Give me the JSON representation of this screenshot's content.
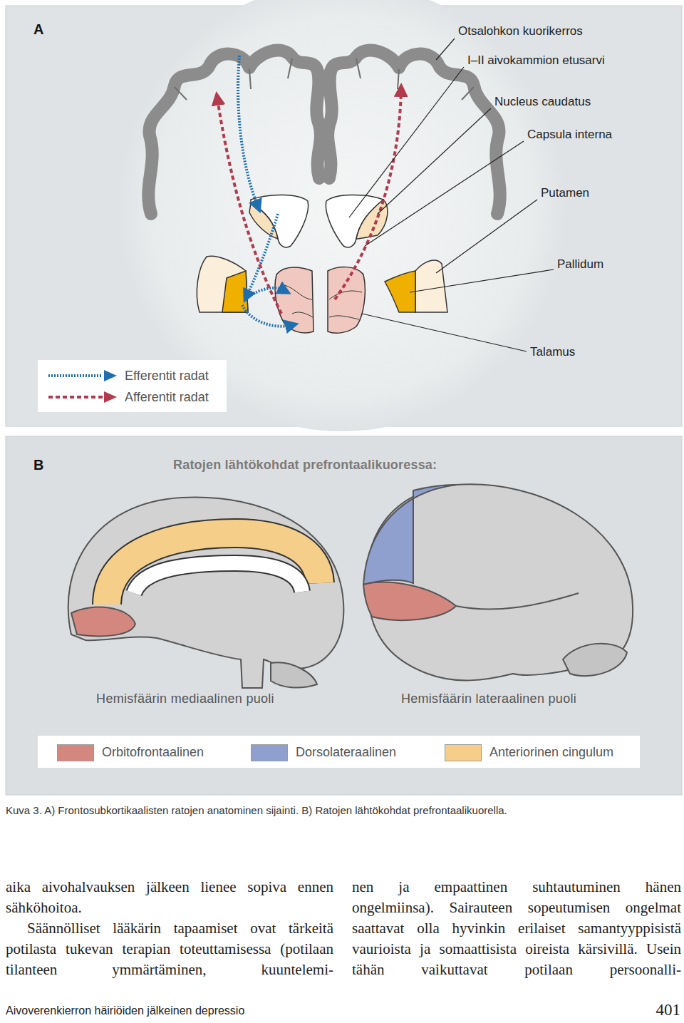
{
  "diagram": {
    "caption": "Kuva 3. A) Frontosubkortikaalisten ratojen anatominen sijainti. B) Ratojen lähtökohdat prefrontaalikuorella.",
    "nodes": [
      {
        "text": [
          "A"
        ]
      },
      {
        "text": [
          "B",
          "Ratojen lähtökohdat prefrontaalikuoressa:"
        ]
      }
    ],
    "labels": [
      "Otsalohkon kuorikerros",
      "I–II aivokammion etusarvi",
      "Nucleus caudatus",
      "Capsula interna",
      "Putamen",
      "Pallidum",
      "Talamus",
      "Hemisfäärin mediaalinen puoli",
      "Hemisfäärin lateraalinen puoli",
      "aika aivohalvauksen jälkeen lienee sopiva ennen sähköhoitoa.",
      "Säännölliset lääkärin tapaamiset ovat tärkeitä potilasta tukevan terapian toteuttamisessa (potilaan tilanteen ymmärtäminen, kuuntelemi-",
      "nen ja empaattinen suhtautuminen hänen ongelmiinsa). Sairauteen sopeutumisen ongelmat saattavat olla hyvinkin erilaiset samantyyppisistä vaurioista ja somaattisista oireista kärsivillä. Usein tähän vaikuttavat potilaan persoonalli-",
      "Aivoverenkierron häiriöiden jälkeinen depressio",
      "401"
    ],
    "legend": [
      {
        "text": "Efferentit radat"
      },
      {
        "text": "Afferentit radat"
      },
      {
        "text": "Orbitofrontaalinen",
        "color": "#d4877f"
      },
      {
        "text": "Dorsolateraalinen",
        "color": "#8fa0cf"
      },
      {
        "text": "Anteriorinen cingulum",
        "color": "#f5cf8a"
      }
    ]
  }
}
